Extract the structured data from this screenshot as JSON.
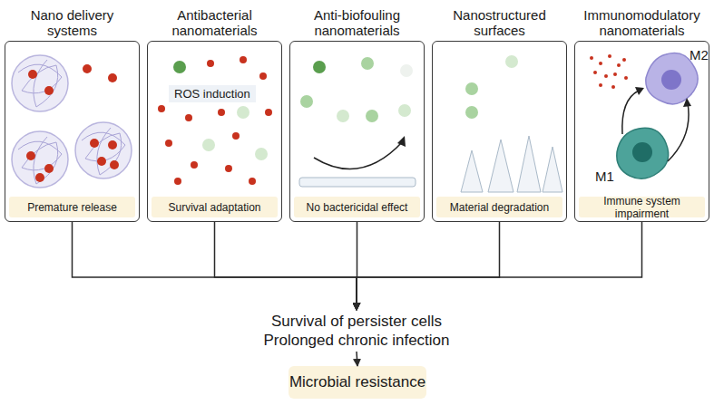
{
  "diagram": {
    "nodes": [
      {
        "text": [
          "Nano delivery systems"
        ]
      },
      {
        "text": [
          "Premature release"
        ],
        "in": 0
      },
      {
        "text": [
          "Antibacterial nanomaterials"
        ]
      },
      {
        "text": [
          "Survival adaptation"
        ],
        "in": 2
      },
      {
        "text": [
          "Anti-biofouling nanomaterials"
        ]
      },
      {
        "text": [
          "No bactericidal effect"
        ],
        "in": 4
      },
      {
        "text": [
          "Nanostructured surfaces"
        ]
      },
      {
        "text": [
          "Material degradation"
        ],
        "in": 6
      },
      {
        "text": [
          "Immunomodulatory nanomaterials"
        ]
      },
      {
        "text": [
          "Immune system impairment"
        ],
        "in": 8
      },
      {
        "text": [
          "Survival of persister cells",
          "Prolonged chronic infection"
        ]
      },
      {
        "text": [
          "Microbial resistance"
        ]
      }
    ],
    "edges": [
      {
        "from": 0,
        "to": 10,
        "arrow": "to"
      },
      {
        "from": 2,
        "to": 10,
        "arrow": "to"
      },
      {
        "from": 4,
        "to": 10,
        "arrow": "to"
      },
      {
        "from": 6,
        "to": 10,
        "arrow": "to"
      },
      {
        "from": 8,
        "to": 10,
        "arrow": "to"
      },
      {
        "from": 10,
        "to": 11,
        "arrow": "to"
      }
    ],
    "labels": [
      "ROS induction",
      "M2",
      "M1"
    ]
  }
}
